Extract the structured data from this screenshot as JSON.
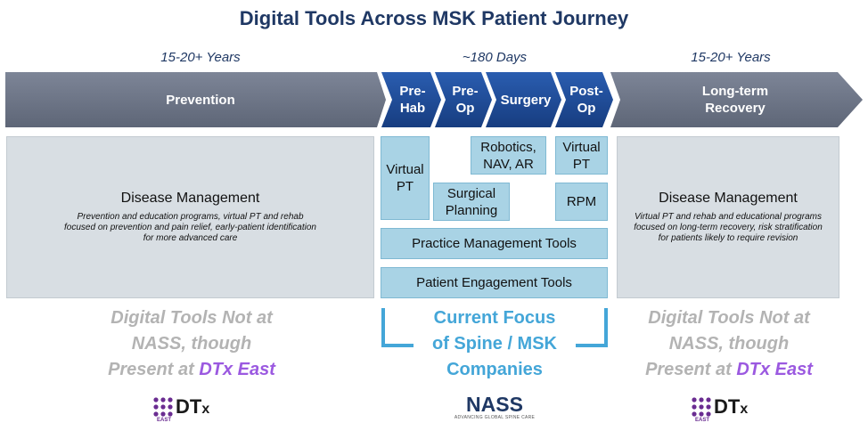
{
  "title": "Digital Tools Across MSK Patient Journey",
  "durations": {
    "left": "15-20+ Years",
    "middle": "~180 Days",
    "right": "15-20+ Years"
  },
  "phases": {
    "prevention": "Prevention",
    "prehab": "Pre-\nHab",
    "preop": "Pre-\nOp",
    "surgery": "Surgery",
    "postop": "Post-\nOp",
    "recovery": "Long-term\nRecovery"
  },
  "left_box": {
    "title": "Disease Management",
    "description": "Prevention and education programs, virtual PT and rehab focused on prevention and pain relief, early-patient identification for more advanced care"
  },
  "right_box": {
    "title": "Disease Management",
    "description": "Virtual PT and rehab and educational programs focused on long-term recovery, risk stratification for patients likely to require revision"
  },
  "tools": {
    "virtual_pt_prehab": "Virtual\nPT",
    "robotics": "Robotics,\nNAV, AR",
    "virtual_pt_postop": "Virtual\nPT",
    "surgical_planning": "Surgical\nPlanning",
    "rpm": "RPM",
    "practice_mgmt": "Practice Management Tools",
    "patient_engagement": "Patient Engagement Tools"
  },
  "side_note": {
    "line1": "Digital Tools Not at",
    "line2": "NASS, though",
    "line3_prefix": "Present at ",
    "line3_accent": "DTx East"
  },
  "focus": {
    "line1": "Current Focus",
    "line2": "of Spine / MSK",
    "line3": "Companies"
  },
  "logos": {
    "dtx_text": "DT",
    "dtx_suffix": "x",
    "dtx_sub": "EAST",
    "nass_text": "NASS",
    "nass_tagline": "ADVANCING GLOBAL SPINE CARE"
  },
  "colors": {
    "title": "#1f3864",
    "phase_arrow": "#6b7385",
    "phase_highlight": "#1f4e9c",
    "grey_box": "#d8dee3",
    "tool_box": "#a9d3e5",
    "focus_text": "#44a6d8",
    "side_note": "#b3b3b3",
    "accent_purple": "#9b59e0"
  }
}
